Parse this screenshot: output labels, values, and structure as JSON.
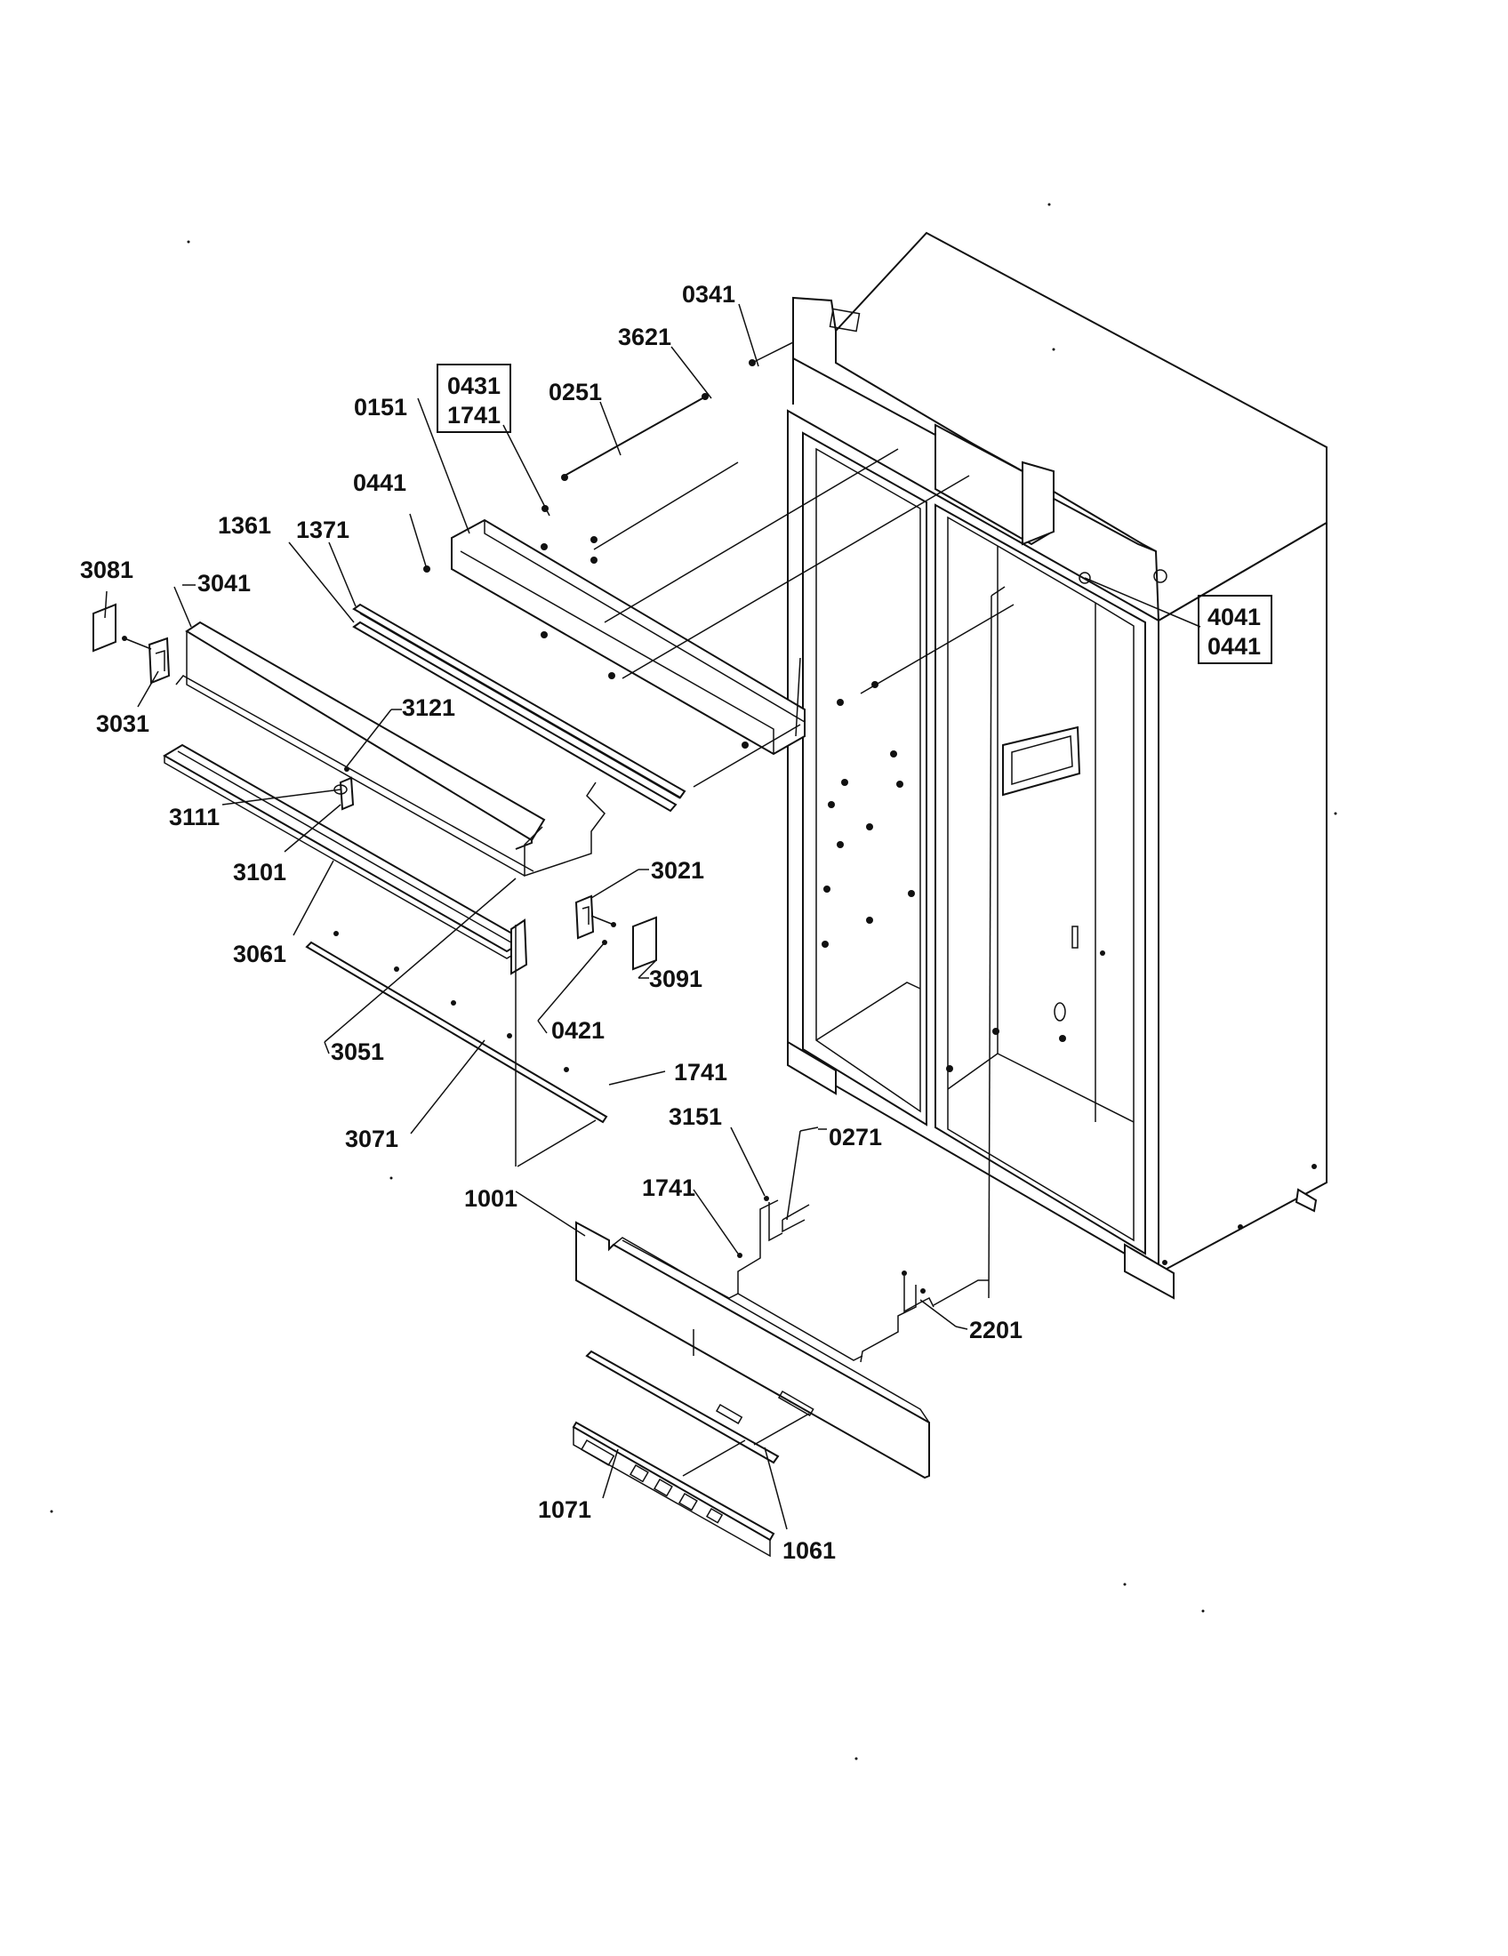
{
  "colors": {
    "ink": "#111111",
    "paper": "#ffffff"
  },
  "labels": {
    "p0341": "0341",
    "p3621": "3621",
    "p0251": "0251",
    "box_top_a": "0431",
    "box_top_b": "1741",
    "p0151": "0151",
    "p0441": "0441",
    "p1361": "1361",
    "p1371": "1371",
    "p3081": "3081",
    "p3041": "3041",
    "p3031": "3031",
    "p3121": "3121",
    "p3111": "3111",
    "p3101": "3101",
    "p3021": "3021",
    "p3061": "3061",
    "p3091": "3091",
    "p0421": "0421",
    "p3051": "3051",
    "p1741a": "1741",
    "p3071": "3071",
    "p3151": "3151",
    "p0271": "0271",
    "p1741b": "1741",
    "p1001": "1001",
    "p2201": "2201",
    "p1071": "1071",
    "p1061": "1061",
    "box_right_a": "4041",
    "box_right_b": "0441"
  }
}
